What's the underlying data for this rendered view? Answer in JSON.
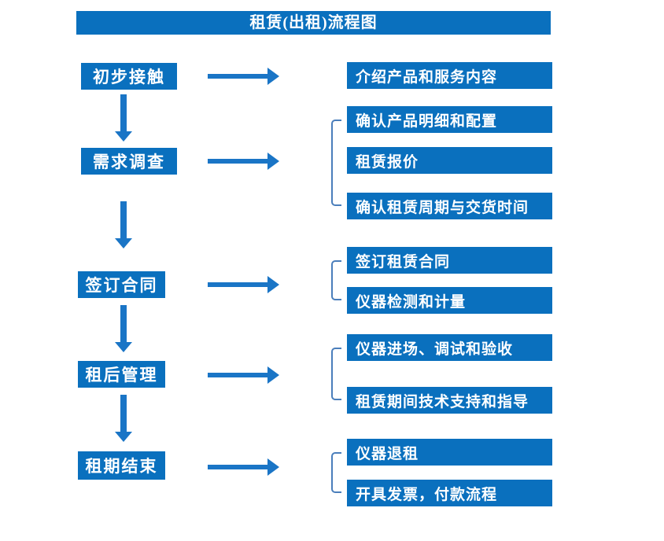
{
  "title": "租赁(出租)流程图",
  "colors": {
    "box_blue": "#0a70be",
    "arrow_blue": "#1a75c6",
    "bracket_blue": "#4a7ebb",
    "text_white": "#ffffff"
  },
  "left_steps": [
    {
      "label": "初步接触"
    },
    {
      "label": "需求调查"
    },
    {
      "label": "签订合同"
    },
    {
      "label": "租后管理"
    },
    {
      "label": "租期结束"
    }
  ],
  "right_boxes": [
    {
      "label": "介绍产品和服务内容"
    },
    {
      "label": "确认产品明细和配置"
    },
    {
      "label": "租赁报价"
    },
    {
      "label": "确认租赁周期与交货时间"
    },
    {
      "label": "签订租赁合同"
    },
    {
      "label": "仪器检测和计量"
    },
    {
      "label": "仪器进场、调试和验收"
    },
    {
      "label": "租赁期间技术支持和指导"
    },
    {
      "label": "仪器退租"
    },
    {
      "label": "开具发票，付款流程"
    }
  ]
}
